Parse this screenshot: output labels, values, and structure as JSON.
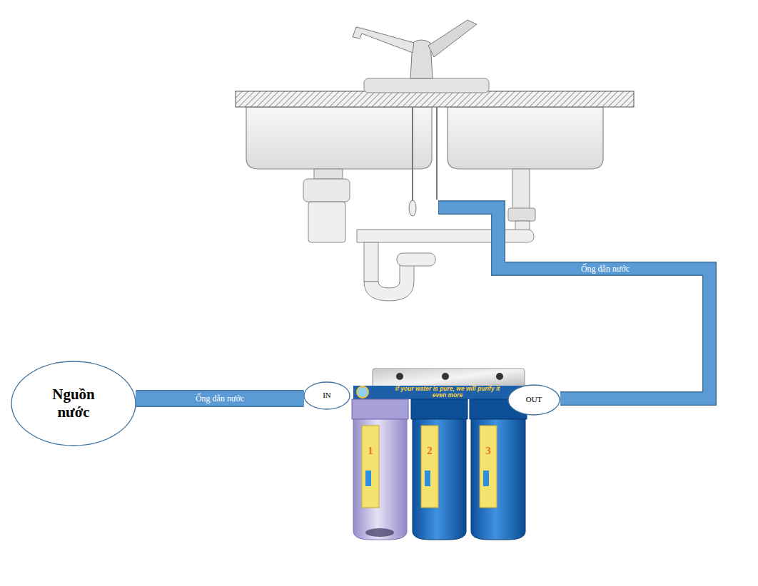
{
  "diagram": {
    "nodes": [
      {
        "text": [
          "Nguồn nước"
        ]
      },
      {
        "text": [
          "IN"
        ]
      },
      {
        "text": [
          "OUT"
        ]
      }
    ],
    "edges": [
      {
        "from": 0,
        "to": 1,
        "arrow": "none",
        "label": "Ống dẫn nước"
      }
    ],
    "labels": [
      "Ống dẫn nước",
      "if your water is pure, we will purify it even more",
      "1",
      "2",
      "3"
    ]
  }
}
